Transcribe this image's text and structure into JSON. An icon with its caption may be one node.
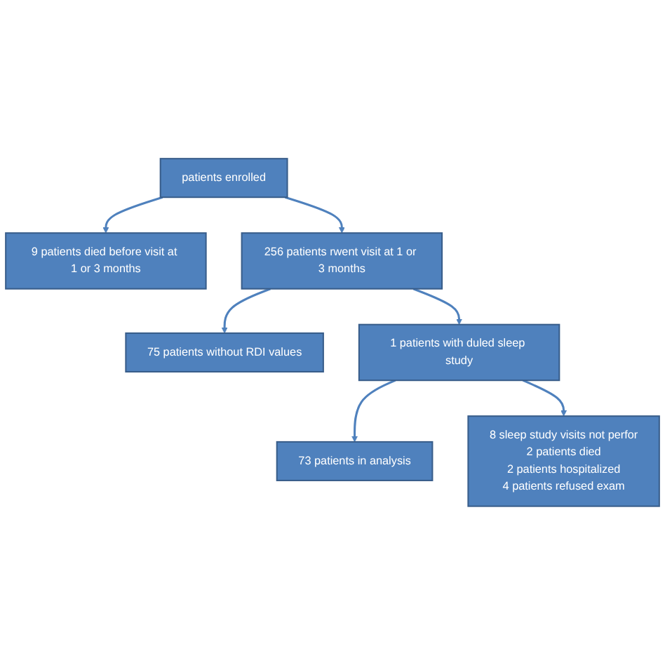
{
  "diagram": {
    "nodes": [
      {
        "text": [
          "patients enrolled"
        ]
      },
      {
        "text": [
          "9 patients died before visit at 1 or 3 months"
        ]
      },
      {
        "text": [
          "256 patients rwent visit at 1 or 3 months"
        ]
      },
      {
        "text": [
          "75 patients without RDI values"
        ]
      },
      {
        "text": [
          "1 patients with duled sleep study"
        ]
      },
      {
        "text": [
          "8 sleep study visits not perfor",
          "2 patients died",
          "2 patients hospitalized",
          "4 patients refused exam"
        ]
      },
      {
        "text": [
          "73 patients in analysis"
        ]
      }
    ],
    "edges": [
      {
        "from": 0,
        "to": 2,
        "arrow": "to"
      },
      {
        "from": 0,
        "to": 1,
        "arrow": "to"
      },
      {
        "from": 2,
        "to": 4,
        "arrow": "to"
      },
      {
        "from": 2,
        "to": 3,
        "arrow": "to"
      },
      {
        "from": 4,
        "to": 6,
        "arrow": "to"
      },
      {
        "from": 4,
        "to": 5,
        "arrow": "to"
      }
    ]
  }
}
